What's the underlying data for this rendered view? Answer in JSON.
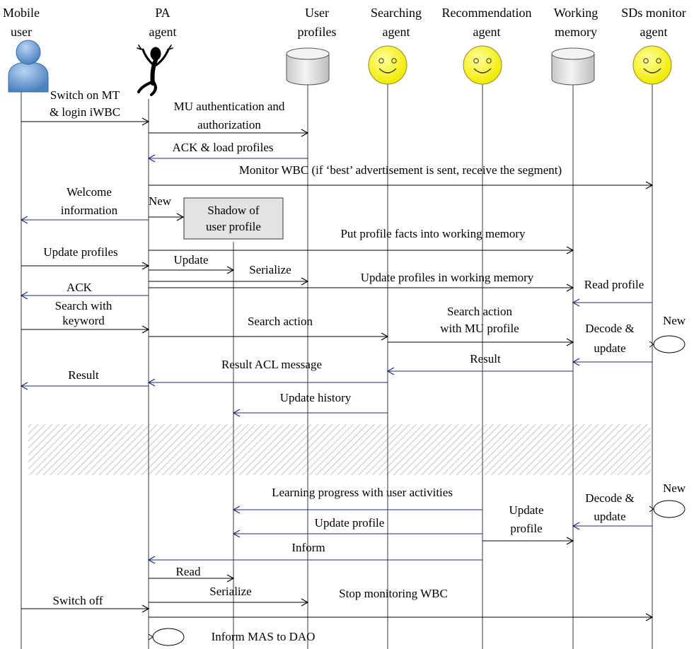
{
  "colors": {
    "forward_arrow": "#000000",
    "return_arrow": "#1f2a78",
    "lifeline": "#3a3a3a",
    "smiley_fill": "#ffff4d",
    "user_blue": "#6a9bd4",
    "cylinder_fill": "#e8e8e8",
    "shadow_box_fill": "#e3e3e3"
  },
  "participants": [
    {
      "key": "mobile_user",
      "icon": "person-icon",
      "lines": [
        "Mobile",
        "user"
      ]
    },
    {
      "key": "pa_agent",
      "icon": "stick-figure-icon",
      "lines": [
        "PA",
        "agent"
      ]
    },
    {
      "key": "shadow",
      "icon": "",
      "lines": []
    },
    {
      "key": "user_profiles",
      "icon": "database-icon",
      "lines": [
        "User",
        "profiles"
      ]
    },
    {
      "key": "searching_agent",
      "icon": "smiley-icon",
      "lines": [
        "Searching",
        "agent"
      ]
    },
    {
      "key": "recommendation_agent",
      "icon": "smiley-icon",
      "lines": [
        "Recommendation",
        "agent"
      ]
    },
    {
      "key": "working_memory",
      "icon": "database-icon",
      "lines": [
        "Working",
        "memory"
      ]
    },
    {
      "key": "sds_monitor_agent",
      "icon": "smiley-icon",
      "lines": [
        "SDs monitor",
        "agent"
      ]
    }
  ],
  "shadow_box": {
    "lines": [
      "Shadow of",
      "user profile"
    ]
  },
  "messages": [
    {
      "id": "switch-on",
      "lines": [
        "Switch on MT",
        "& login iWBC"
      ],
      "kind": "forward"
    },
    {
      "id": "mu-auth",
      "lines": [
        "MU authentication and",
        "authorization"
      ],
      "kind": "forward"
    },
    {
      "id": "ack-load-profiles",
      "lines": [
        "ACK & load profiles"
      ],
      "kind": "return"
    },
    {
      "id": "monitor-wbc",
      "lines": [
        "Monitor WBC (if  ‘best’  advertisement is sent, receive the segment)"
      ],
      "kind": "forward"
    },
    {
      "id": "welcome-info",
      "lines": [
        "Welcome",
        "information"
      ],
      "kind": "return"
    },
    {
      "id": "new-shadow",
      "lines": [
        "New"
      ],
      "kind": "forward"
    },
    {
      "id": "put-facts",
      "lines": [
        "Put profile facts into  working memory"
      ],
      "kind": "forward"
    },
    {
      "id": "update-profiles",
      "lines": [
        "Update profiles"
      ],
      "kind": "forward"
    },
    {
      "id": "update-shadow",
      "lines": [
        "Update"
      ],
      "kind": "forward"
    },
    {
      "id": "serialize-1",
      "lines": [
        "Serialize"
      ],
      "kind": "forward"
    },
    {
      "id": "update-wm",
      "lines": [
        "Update profiles in working memory"
      ],
      "kind": "forward"
    },
    {
      "id": "ack",
      "lines": [
        "ACK"
      ],
      "kind": "return"
    },
    {
      "id": "read-profile",
      "lines": [
        "Read profile"
      ],
      "kind": "return"
    },
    {
      "id": "search-keyword",
      "lines": [
        "Search with",
        "keyword"
      ],
      "kind": "forward"
    },
    {
      "id": "search-action",
      "lines": [
        "Search action"
      ],
      "kind": "forward"
    },
    {
      "id": "search-action-mu",
      "lines": [
        "Search action",
        "with MU profile"
      ],
      "kind": "forward"
    },
    {
      "id": "new-loop-1",
      "lines": [
        "New"
      ],
      "kind": "self"
    },
    {
      "id": "decode-update-1",
      "lines": [
        "Decode &",
        "update"
      ],
      "kind": "return"
    },
    {
      "id": "result-wm",
      "lines": [
        "Result"
      ],
      "kind": "return"
    },
    {
      "id": "result-acl",
      "lines": [
        "Result ACL message"
      ],
      "kind": "return"
    },
    {
      "id": "result-user",
      "lines": [
        "Result"
      ],
      "kind": "return"
    },
    {
      "id": "update-history",
      "lines": [
        "Update history"
      ],
      "kind": "return"
    },
    {
      "id": "new-loop-2",
      "lines": [
        "New"
      ],
      "kind": "self"
    },
    {
      "id": "decode-update-2",
      "lines": [
        "Decode &",
        "update"
      ],
      "kind": "return"
    },
    {
      "id": "learning-progress",
      "lines": [
        "Learning progress with user activities"
      ],
      "kind": "return"
    },
    {
      "id": "update-profile-rec",
      "lines": [
        "Update",
        "profile"
      ],
      "kind": "forward"
    },
    {
      "id": "update-profile-shadow",
      "lines": [
        "Update profile"
      ],
      "kind": "return"
    },
    {
      "id": "inform",
      "lines": [
        "Inform"
      ],
      "kind": "return"
    },
    {
      "id": "read",
      "lines": [
        "Read"
      ],
      "kind": "forward"
    },
    {
      "id": "serialize-2",
      "lines": [
        "Serialize"
      ],
      "kind": "forward"
    },
    {
      "id": "switch-off",
      "lines": [
        "Switch off"
      ],
      "kind": "forward"
    },
    {
      "id": "stop-monitoring",
      "lines": [
        "Stop monitoring WBC"
      ],
      "kind": "forward"
    },
    {
      "id": "inform-mas",
      "lines": [
        "Inform MAS to DAO"
      ],
      "kind": "self"
    }
  ]
}
